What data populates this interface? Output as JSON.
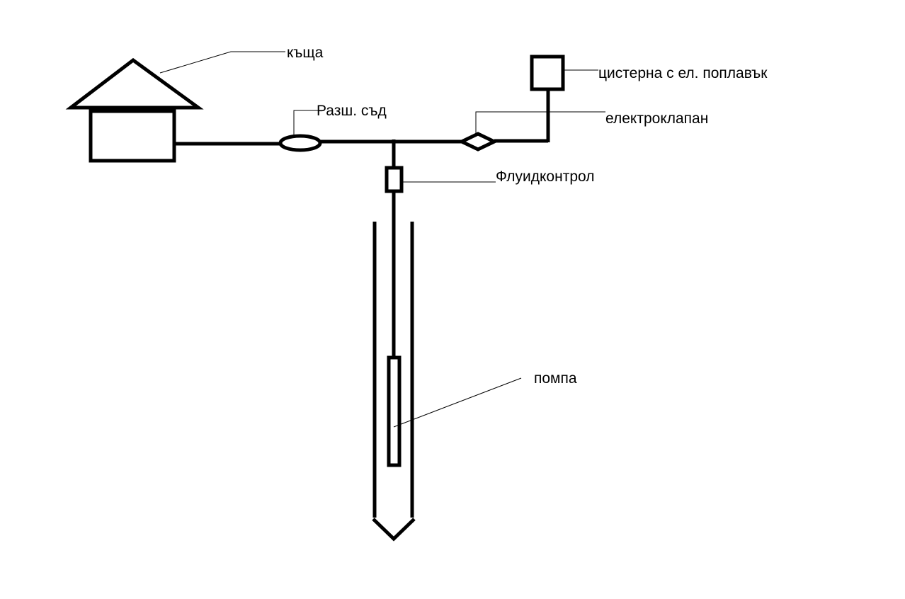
{
  "labels": {
    "house": "къща",
    "tank": "цистерна с ел. поплавък",
    "expansion_vessel": "Разш. съд",
    "solenoid_valve": "електроклапан",
    "fluid_control": "Флуидконтрол",
    "pump": "помпа"
  },
  "colors": {
    "line": "#000000",
    "background": "#ffffff"
  }
}
